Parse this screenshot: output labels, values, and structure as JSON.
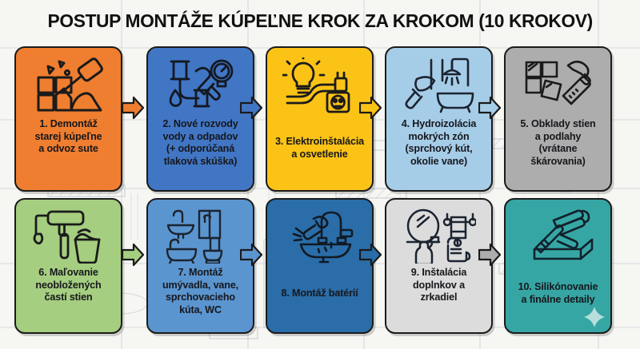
{
  "title": "POSTUP MONTÁŽE KÚPEĽNE KROK ZA KROKOM (10 KROKOV)",
  "colors": {
    "background": "#f6f6f3",
    "outline": "#1b1b1b",
    "text": "#17171c",
    "step_1": "#ef7e30",
    "step_2": "#4176c4",
    "step_3": "#fbc316",
    "step_4": "#a6cde8",
    "step_5": "#adadad",
    "step_6": "#a5ce80",
    "step_7": "#5b95cf",
    "step_8": "#2a6da8",
    "step_9": "#dcdcdc",
    "step_10": "#36a6a4"
  },
  "steps": [
    {
      "number": "1",
      "label": "1. Demontáž\nstarej kúpeľne\na odvoz sute",
      "icon": "demolition-hammer-icon",
      "color": "#ef7e30",
      "row": 1
    },
    {
      "number": "2",
      "label": "2. Nové rozvody\nvody a odpadov\n(+ odporúčaná\ntlaková skúška)",
      "icon": "plumbing-pipe-wrench-icon",
      "color": "#4176c4",
      "row": 1
    },
    {
      "number": "3",
      "label": "3. Elektroinštalácia\na osvetlenie",
      "icon": "electrical-bulb-socket-icon",
      "color": "#fbc316",
      "row": 1
    },
    {
      "number": "4",
      "label": "4. Hydroizolácia\nmokrých zón\n(sprchový kút,\nokolie vane)",
      "icon": "waterproofing-trowel-shower-icon",
      "color": "#a6cde8",
      "row": 1
    },
    {
      "number": "5",
      "label": "5. Obklady stien\na podlahy\n(vrátane\nškárovania)",
      "icon": "tiles-spatula-icon",
      "color": "#adadad",
      "row": 1
    },
    {
      "number": "6",
      "label": "6. Maľovanie\nneobložených\nčastí stien",
      "icon": "paint-roller-bucket-icon",
      "color": "#a5ce80",
      "row": 2
    },
    {
      "number": "7",
      "label": "7. Montáž\numývadla, vane,\nsprchovacieho\nkúta, WC",
      "icon": "sanitary-ware-icon",
      "color": "#5b95cf",
      "row": 2
    },
    {
      "number": "8",
      "label": "8. Montáž batérií",
      "icon": "faucet-wrench-icon",
      "color": "#2a6da8",
      "row": 2
    },
    {
      "number": "9",
      "label": "9. Inštalácia\ndoplnkov a\nzrkadiel",
      "icon": "mirror-accessories-icon",
      "color": "#dcdcdc",
      "row": 2
    },
    {
      "number": "10",
      "label": "10. Silikónovanie\na finálne detaily",
      "icon": "caulking-gun-icon",
      "color": "#36a6a4",
      "row": 2
    }
  ],
  "arrows": [
    {
      "from": "1",
      "to": "2",
      "color": "#ef7e30"
    },
    {
      "from": "2",
      "to": "3",
      "color": "#4176c4"
    },
    {
      "from": "3",
      "to": "4",
      "color": "#fbc316"
    },
    {
      "from": "4",
      "to": "5",
      "color": "#a6cde8"
    },
    {
      "from": "6",
      "to": "7",
      "color": "#a5ce80"
    },
    {
      "from": "7",
      "to": "8",
      "color": "#5b95cf"
    },
    {
      "from": "8",
      "to": "9",
      "color": "#2a6da8"
    },
    {
      "from": "9",
      "to": "10",
      "color": "#adadad"
    }
  ]
}
